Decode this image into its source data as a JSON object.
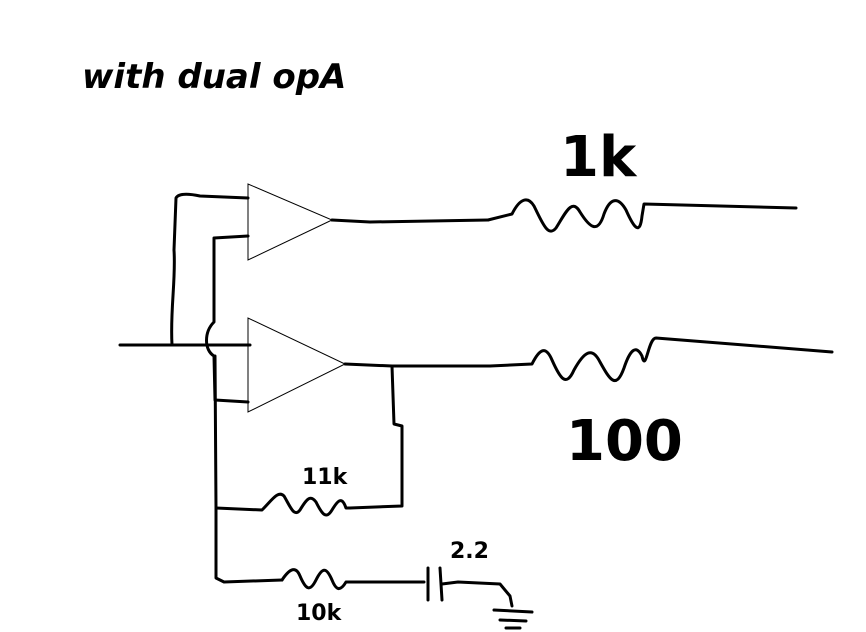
{
  "title": "with dual opA",
  "components": {
    "opamp_top": "op-amp",
    "opamp_bottom": "op-amp",
    "resistor_top": {
      "label": "1k"
    },
    "resistor_bottom": {
      "label": "100"
    },
    "resistor_feedback": {
      "label": "11k"
    },
    "resistor_ground": {
      "label": "10k"
    },
    "capacitor": {
      "label": "2.2"
    },
    "ground": "ground-symbol"
  },
  "colors": {
    "ink": "#000000",
    "background": "#ffffff"
  }
}
